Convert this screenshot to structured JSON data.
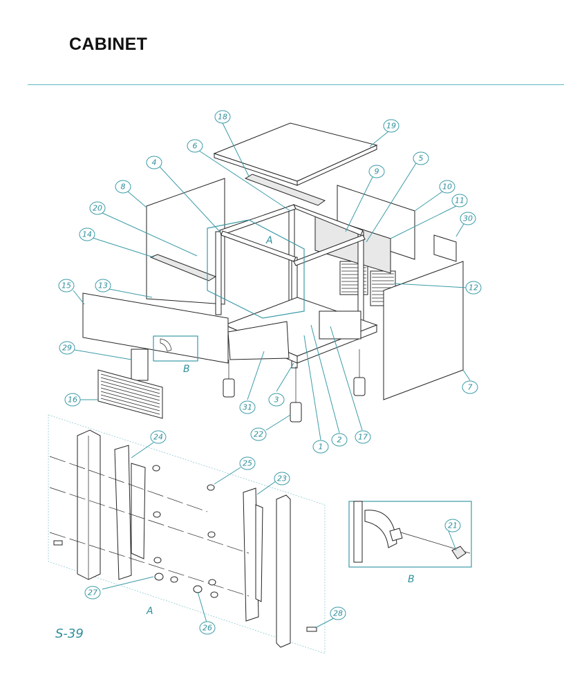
{
  "page": {
    "title": "CABINET",
    "page_number": "S-39"
  },
  "detail_labels": {
    "a_upper": "A",
    "a_lower": "A",
    "b_upper": "B",
    "b_lower": "B"
  },
  "callouts": [
    "18",
    "19",
    "6",
    "4",
    "5",
    "9",
    "10",
    "8",
    "11",
    "30",
    "20",
    "14",
    "12",
    "15",
    "13",
    "29",
    "16",
    "7",
    "3",
    "31",
    "22",
    "1",
    "2",
    "17",
    "24",
    "25",
    "23",
    "21",
    "27",
    "26",
    "28"
  ],
  "colors": {
    "accent": "#3a9aa6",
    "rule": "#5fb7c4",
    "linework": "#222222"
  }
}
